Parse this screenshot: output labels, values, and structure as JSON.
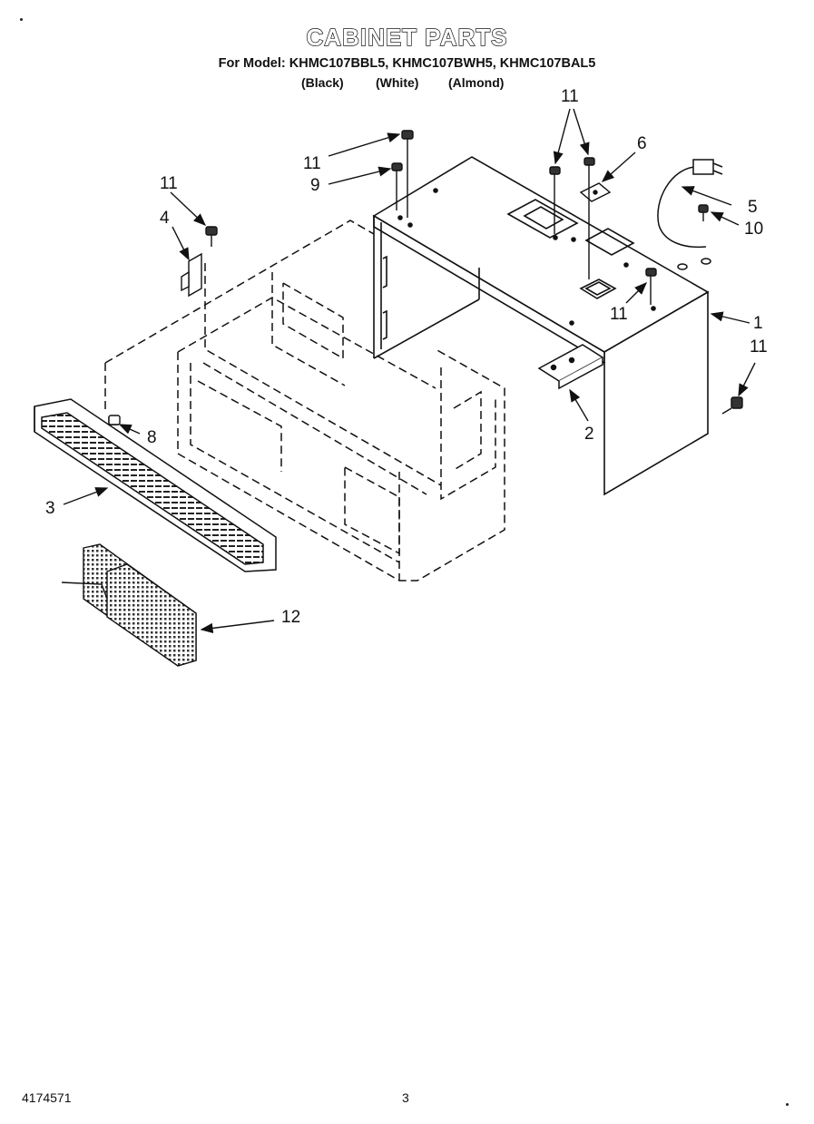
{
  "header": {
    "title": "CABINET PARTS",
    "model_line": "For Model: KHMC107BBL5, KHMC107BWH5, KHMC107BAL5",
    "colors": [
      "(Black)",
      "(White)",
      "(Almond)"
    ]
  },
  "callouts": [
    "11",
    "11",
    "9",
    "11",
    "6",
    "5",
    "10",
    "4",
    "11",
    "1",
    "11",
    "8",
    "2",
    "3",
    "12"
  ],
  "footer": {
    "doc_number": "4174571",
    "page_number": "3"
  }
}
